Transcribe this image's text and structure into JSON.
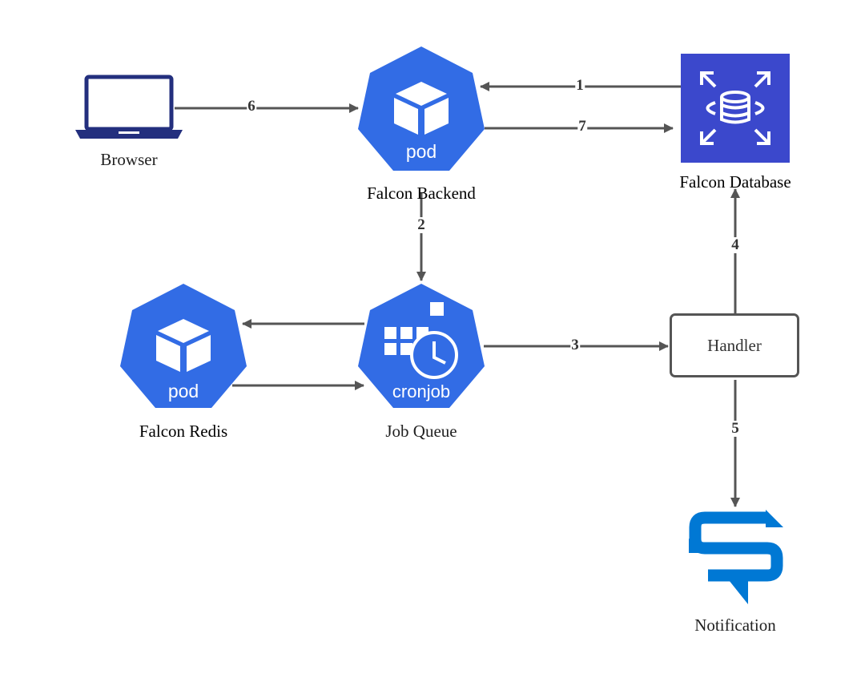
{
  "nodes": {
    "browser": {
      "label": "Browser",
      "icon": "laptop-icon"
    },
    "backend": {
      "label": "Falcon Backend",
      "icon_text": "pod",
      "icon": "k8s-pod-icon"
    },
    "database": {
      "label": "Falcon Database",
      "icon": "database-icon"
    },
    "job_queue": {
      "label": "Job Queue",
      "icon_text": "cronjob",
      "icon": "k8s-cronjob-icon"
    },
    "redis": {
      "label": "Falcon Redis",
      "icon_text": "pod",
      "icon": "k8s-pod-icon"
    },
    "handler": {
      "label": "Handler"
    },
    "notification": {
      "label": "Notification",
      "icon": "notification-icon"
    }
  },
  "edges": [
    {
      "id": "1",
      "label": "1",
      "from": "database",
      "to": "backend"
    },
    {
      "id": "2",
      "label": "2",
      "from": "backend",
      "to": "job_queue"
    },
    {
      "id": "3",
      "label": "3",
      "from": "job_queue",
      "to": "handler"
    },
    {
      "id": "4",
      "label": "4",
      "from": "handler",
      "to": "database"
    },
    {
      "id": "5",
      "label": "5",
      "from": "handler",
      "to": "notification"
    },
    {
      "id": "6",
      "label": "6",
      "from": "browser",
      "to": "backend"
    },
    {
      "id": "7",
      "label": "7",
      "from": "backend",
      "to": "database"
    },
    {
      "id": "8",
      "label": "",
      "from": "job_queue",
      "to": "redis"
    },
    {
      "id": "9",
      "label": "",
      "from": "redis",
      "to": "job_queue"
    }
  ],
  "colors": {
    "k8s_blue": "#326ce5",
    "aws_db": "#3b48cc",
    "laptop": "#232f7e",
    "notification": "#0078d4",
    "arrow": "#555555"
  }
}
